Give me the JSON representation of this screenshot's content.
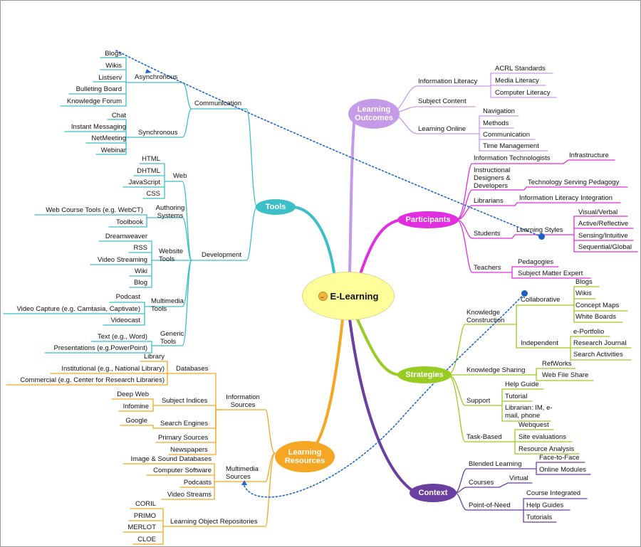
{
  "central": "E-Learning",
  "colors": {
    "tools": "#3cbfc7",
    "outcomes": "#c59ae8",
    "participants": "#e02ee0",
    "strategies": "#99cc22",
    "resources": "#f5a623",
    "context": "#6a3fa0",
    "crosslink": "#2266cc"
  },
  "branches": {
    "tools": "Tools",
    "outcomes": "Learning Outcomes",
    "participants": "Participants",
    "strategies": "Strategies",
    "resources": "Learning Resources",
    "context": "Context"
  },
  "tools": {
    "communication": "Communication",
    "asynchronous": "Asynchronous",
    "async_items": [
      "Blogs",
      "Wikis",
      "Listserv",
      "Bulleting Board",
      "Knowledge Forum"
    ],
    "synchronous": "Synchronous",
    "sync_items": [
      "Chat",
      "Instant Messaging",
      "NetMeeting",
      "Webinar"
    ],
    "development": "Development",
    "web": "Web",
    "web_items": [
      "HTML",
      "DHTML",
      "JavaScript",
      "CSS"
    ],
    "authoring": "Authoring Systems",
    "authoring_items": [
      "Web Course Tools (e.g. WebCT)",
      "Toolbook"
    ],
    "website": "Website Tools",
    "website_items": [
      "Dreamweaver",
      "RSS",
      "Video Streaming",
      "Wiki",
      "Blog"
    ],
    "multimedia": "Multimedia Tools",
    "multimedia_items": [
      "Podcast",
      "Video Capture (e.g. Camtasia, Captivate)",
      "Videocast"
    ],
    "generic": "Generic Tools",
    "generic_items": [
      "Text (e.g., Word)",
      "Presentations (e.g.PowerPoint)"
    ]
  },
  "outcomes": {
    "info_lit": "Information Literacy",
    "info_lit_items": [
      "ACRL Standards",
      "Media Literacy",
      "Computer Literacy"
    ],
    "subject": "Subject Content",
    "online": "Learning Online",
    "online_items": [
      "Navigation",
      "Methods",
      "Communication",
      "Time Management"
    ]
  },
  "participants": {
    "it": "Information Technologists",
    "it_item": "Infrastructure",
    "designers": "Instructional Designers & Developers",
    "designers_item": "Technology Serving Pedagogy",
    "librarians": "Librarians",
    "librarians_item": "Information Literacy Integration",
    "students": "Students",
    "styles": "Learning Styles",
    "styles_items": [
      "Visual/Verbal",
      "Active/Reflective",
      "Sensing/Intuitive",
      "Sequential/Global"
    ],
    "teachers": "Teachers",
    "teachers_items": [
      "Pedagogies",
      "Subject Matter Expert"
    ]
  },
  "strategies": {
    "knowledge": "Knowledge Construction",
    "collab": "Collaborative",
    "collab_items": [
      "Blogs",
      "Wikis",
      "Concept Maps",
      "White Boards"
    ],
    "indep": "Independent",
    "indep_items": [
      "e-Portfolio",
      "Research Journal",
      "Search Activities"
    ],
    "sharing": "Knowledge Sharing",
    "sharing_items": [
      "RefWorks",
      "Web File Share"
    ],
    "support": "Support",
    "support_items": [
      "Help Guide",
      "Tutorial",
      "Librarian: IM, e-mail, phone"
    ],
    "task": "Task-Based",
    "task_items": [
      "Webquest",
      "Site evaluations",
      "Resource Analysis"
    ]
  },
  "context": {
    "blended": "Blended Learning",
    "blended_items": [
      "Face-to-Face",
      "Online Modules"
    ],
    "courses": "Courses",
    "courses_item": "Virtual",
    "pon": "Point-of-Need",
    "pon_items": [
      "Course Integrated",
      "Help Guides",
      "Tutorials"
    ]
  },
  "resources": {
    "info_sources": "Information Sources",
    "databases": "Databases",
    "db_items": [
      "Library",
      "Institutional (e.g., National Library)",
      "Commercial (e.g. Center for Research Libraries)"
    ],
    "subject_indices": "Subject Indices",
    "si_items": [
      "Deep Web",
      "Infomine"
    ],
    "search_engines": "Search Engines",
    "se_item": "Google",
    "primary": "Primary Sources",
    "newspapers": "Newspapers",
    "mm_sources": "Multimedia Sources",
    "mm_items": [
      "Image & Sound Databases",
      "Computer Software",
      "Podcasts",
      "Video Streams"
    ],
    "lor": "Learning Object Repositories",
    "lor_items": [
      "CORIL",
      "PRIMO",
      "MERLOT",
      "CLOE"
    ]
  }
}
